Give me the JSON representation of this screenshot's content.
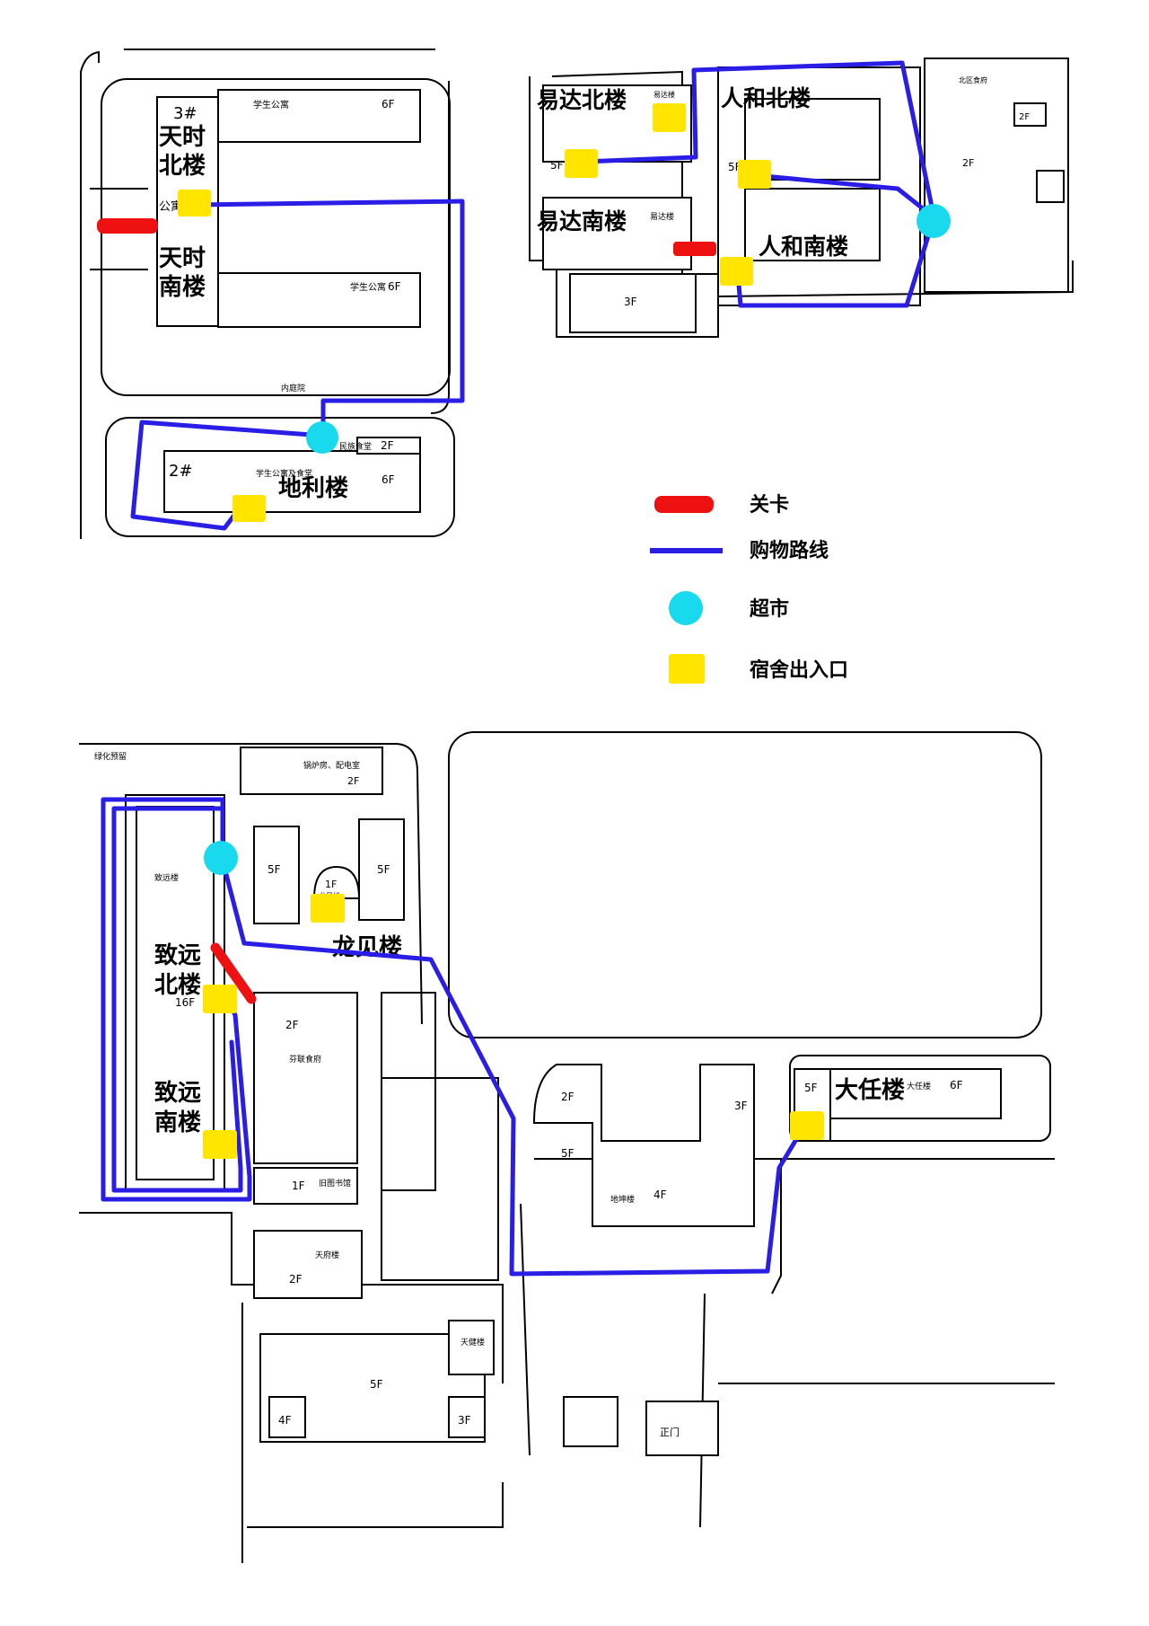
{
  "colors": {
    "checkpoint": "#ee1111",
    "route": "#2a1ee6",
    "supermarket": "#19d9ee",
    "entrance": "#ffe500"
  },
  "legend": {
    "checkpoint": "关卡",
    "route": "购物路线",
    "supermarket": "超市",
    "entrance": "宿舍出入口"
  },
  "map1": {
    "building_3": "3#",
    "tianshi_north": [
      "天时",
      "北楼"
    ],
    "tianshi_south": [
      "天时",
      "南楼"
    ],
    "gong_yu": "公寓",
    "dorm_top": "学生公寓",
    "dorm_top_floor": "6F",
    "dorm_bottom": "学生公寓",
    "dorm_bottom_floor": "6F",
    "courtyard": "内庭院",
    "dili": "地利楼",
    "building_2": "2#",
    "dili_small": "学生公寓及食堂",
    "dili_floor": "6F",
    "canteen_label": "民族食堂",
    "canteen_floor": "2F"
  },
  "map2": {
    "yida_north": "易达北楼",
    "yida_south": "易达南楼",
    "yida_small": "易达楼",
    "yida_small2": "易达楼",
    "yida_floor": "5F",
    "yida_bottom_floor": "3F",
    "renhe_north": "人和北楼",
    "renhe_south": "人和南楼",
    "renhe_floor": "5F",
    "right_top": "北区食府",
    "right_floor": "2F",
    "right_small_floor": "2F"
  },
  "map3": {
    "green": "绿化预留",
    "boiler": "锅炉房、配电室",
    "boiler_floor": "2F",
    "zhiyuan_small": "致远楼",
    "zhiyuan_north": [
      "致远",
      "北楼"
    ],
    "zhiyuan_south": [
      "致远",
      "南楼"
    ],
    "zhiyuan_floor": "16F",
    "longjian": "龙见楼",
    "longjian_small": "龙见楼",
    "longjian_floor": "1F",
    "left_5f": "5F",
    "right_5f": "5F",
    "canteen": "芬联食府",
    "canteen_floor": "2F",
    "library": "旧图书馆",
    "library_floor": "1F",
    "tianfu": "天府楼",
    "tianfu_floor": "2F",
    "tianjian": "天健楼",
    "bottom_5f": "5F",
    "bottom_4f": "4F",
    "bottom_3f": "3F",
    "dikun": "地坤楼",
    "dikun_4f": "4F",
    "dikun_5f": "5F",
    "dikun_2f": "2F",
    "dikun_3f": "3F",
    "daren": "大任楼",
    "daren_small": "大任楼",
    "daren_5f": "5F",
    "daren_6f": "6F",
    "gate": "正门"
  }
}
